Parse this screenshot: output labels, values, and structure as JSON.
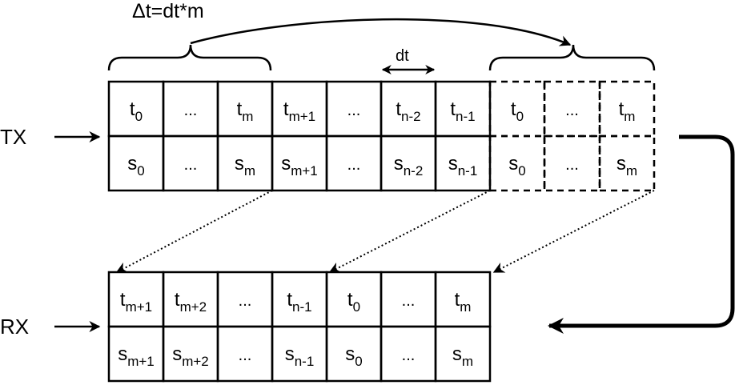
{
  "labels": {
    "formula": "Δt=dt*m",
    "dt": "dt",
    "tx": "TX",
    "rx": "RX"
  },
  "tx_row_t": [
    {
      "base": "t",
      "sub": "0"
    },
    {
      "base": "...",
      "sub": ""
    },
    {
      "base": "t",
      "sub": "m"
    },
    {
      "base": "t",
      "sub": "m+1"
    },
    {
      "base": "...",
      "sub": ""
    },
    {
      "base": "t",
      "sub": "n-2"
    },
    {
      "base": "t",
      "sub": "n-1"
    },
    {
      "base": "t",
      "sub": "0"
    },
    {
      "base": "...",
      "sub": ""
    },
    {
      "base": "t",
      "sub": "m"
    }
  ],
  "tx_row_s": [
    {
      "base": "s",
      "sub": "0"
    },
    {
      "base": "...",
      "sub": ""
    },
    {
      "base": "s",
      "sub": "m"
    },
    {
      "base": "s",
      "sub": "m+1"
    },
    {
      "base": "...",
      "sub": ""
    },
    {
      "base": "s",
      "sub": "n-2"
    },
    {
      "base": "s",
      "sub": "n-1"
    },
    {
      "base": "s",
      "sub": "0"
    },
    {
      "base": "...",
      "sub": ""
    },
    {
      "base": "s",
      "sub": "m"
    }
  ],
  "rx_row_t": [
    {
      "base": "t",
      "sub": "m+1"
    },
    {
      "base": "t",
      "sub": "m+2"
    },
    {
      "base": "...",
      "sub": ""
    },
    {
      "base": "t",
      "sub": "n-1"
    },
    {
      "base": "t",
      "sub": "0"
    },
    {
      "base": "...",
      "sub": ""
    },
    {
      "base": "t",
      "sub": "m"
    }
  ],
  "rx_row_s": [
    {
      "base": "s",
      "sub": "m+1"
    },
    {
      "base": "s",
      "sub": "m+2"
    },
    {
      "base": "...",
      "sub": ""
    },
    {
      "base": "s",
      "sub": "n-1"
    },
    {
      "base": "s",
      "sub": "0"
    },
    {
      "base": "...",
      "sub": ""
    },
    {
      "base": "s",
      "sub": "m"
    }
  ]
}
